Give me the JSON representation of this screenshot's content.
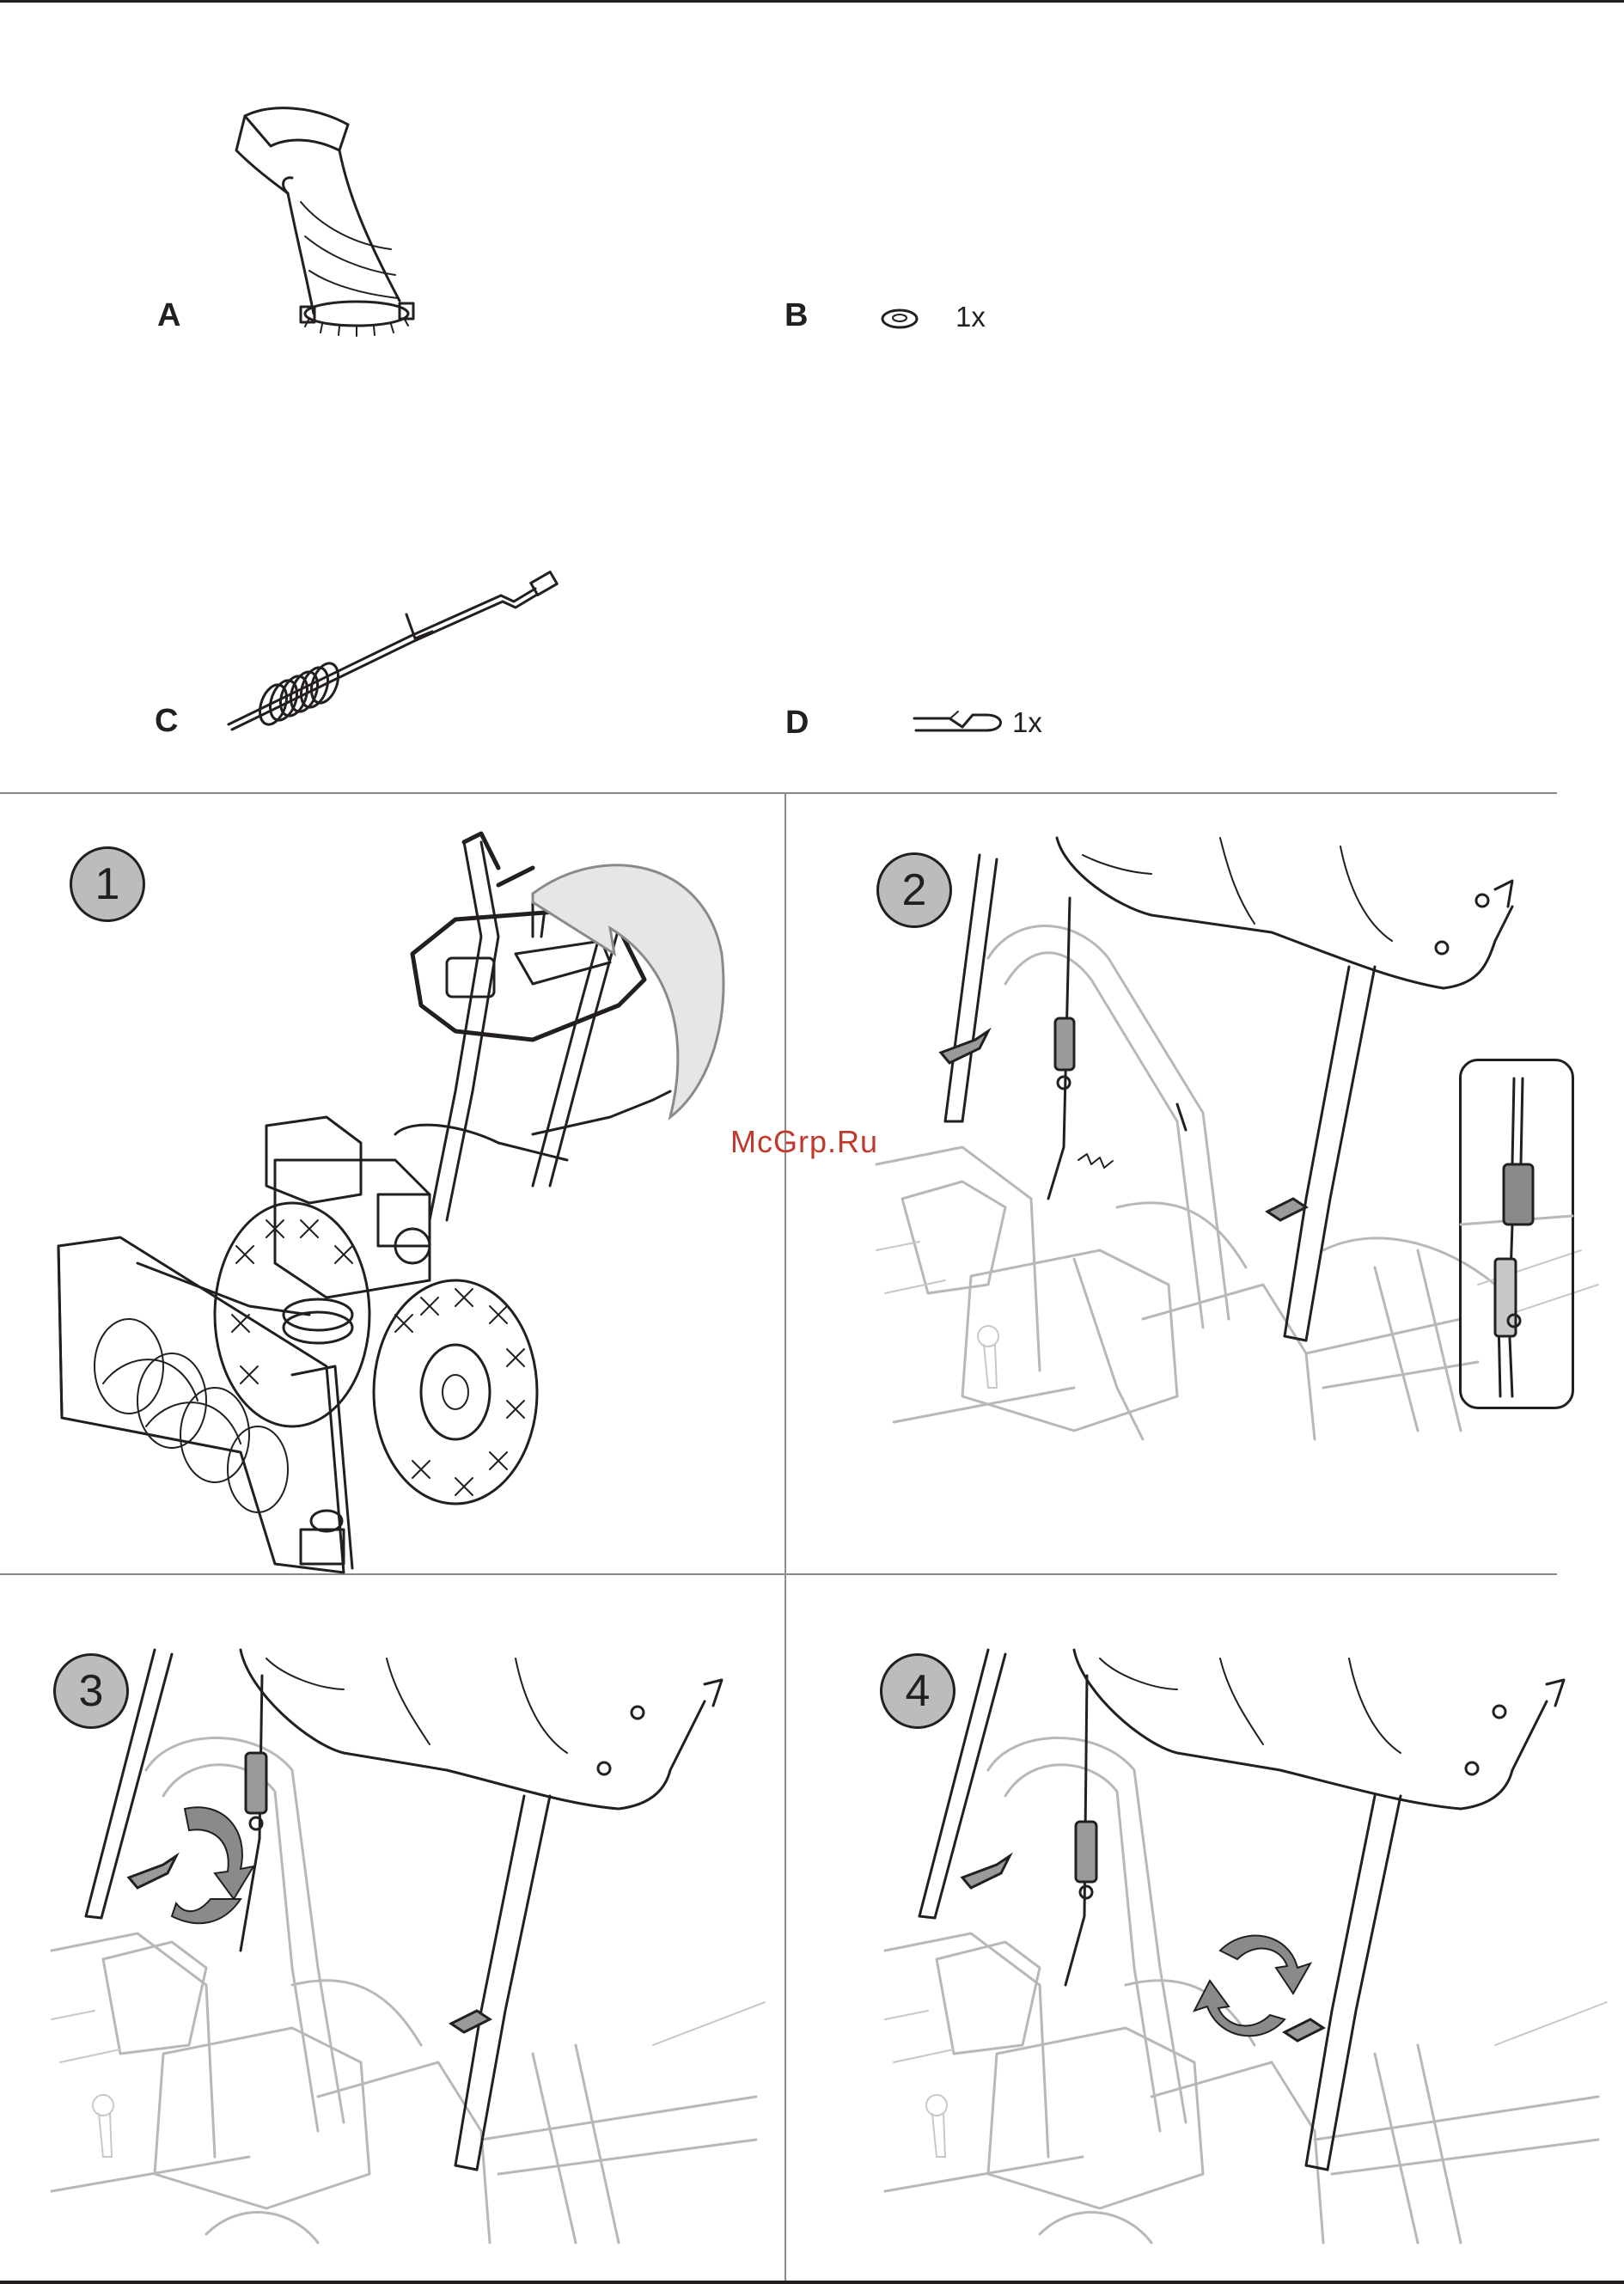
{
  "parts": [
    {
      "letter": "A",
      "qty": "",
      "icon": "chute-icon"
    },
    {
      "letter": "B",
      "qty": "1x",
      "icon": "washer-icon"
    },
    {
      "letter": "C",
      "qty": "",
      "icon": "chute-crank-rod-icon"
    },
    {
      "letter": "D",
      "qty": "1x",
      "icon": "hairpin-clip-icon"
    }
  ],
  "steps": [
    "1",
    "2",
    "3",
    "4"
  ],
  "watermark": "McGrp.Ru",
  "colors": {
    "ink": "#231f20",
    "badge": "#bcbcbc",
    "divider": "#8a8a8a",
    "watermark": "#c0392b"
  }
}
